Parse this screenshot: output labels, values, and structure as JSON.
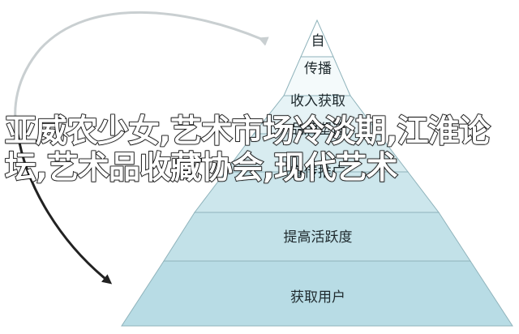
{
  "pyramid": {
    "layers": [
      {
        "label": "自",
        "fill": "#ffffff"
      },
      {
        "label": "传播",
        "fill": "#f4fafb"
      },
      {
        "label": "收入获取",
        "fill": "#e6f3f6"
      },
      {
        "label": "品牌塑造",
        "fill": "#d8ecf0"
      },
      {
        "label": "宣传推广",
        "fill": "#cce6ec"
      },
      {
        "label": "提高活跃度",
        "fill": "#c2e1e8"
      },
      {
        "label": "获取用户",
        "fill": "#b8dce5"
      }
    ]
  },
  "overlay": {
    "title": "亚威农少女,艺术市场冷淡期,江淮论坛,艺术品收藏协会,现代艺术"
  },
  "colors": {
    "arrow": "#333333",
    "arrow_faded": "#c9cfd1",
    "pyramid_edge": "#8fb3bb"
  }
}
